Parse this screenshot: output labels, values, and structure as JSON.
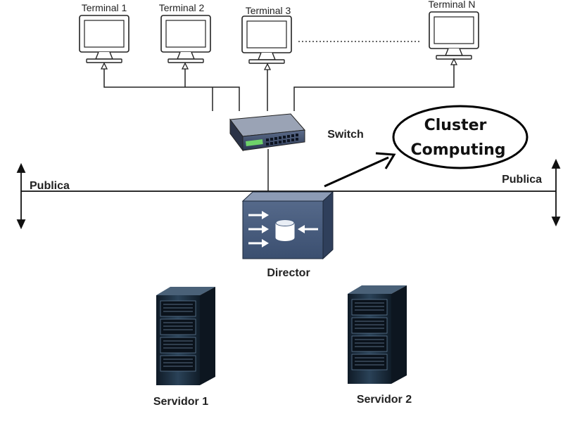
{
  "terminals": [
    {
      "label": "Terminal 1"
    },
    {
      "label": "Terminal 2"
    },
    {
      "label": "Terminal 3"
    },
    {
      "label": "Terminal N"
    }
  ],
  "switch": {
    "label": "Switch"
  },
  "callout": {
    "line1": "Cluster",
    "line2": "Computing"
  },
  "network": {
    "left_label": "Publica",
    "right_label": "Publica"
  },
  "director": {
    "label": "Director"
  },
  "servers": [
    {
      "label": "Servidor 1"
    },
    {
      "label": "Servidor 2"
    }
  ],
  "colors": {
    "director_fill": "#445a7c",
    "server_fill": "#1c2b3b",
    "line": "#111111"
  }
}
